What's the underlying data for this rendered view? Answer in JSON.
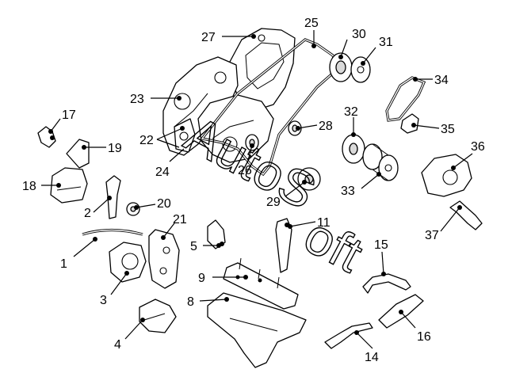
{
  "diagram": {
    "callouts": [
      "1",
      "2",
      "3",
      "4",
      "5",
      "8",
      "9",
      "11",
      "14",
      "15",
      "16",
      "17",
      "18",
      "19",
      "20",
      "21",
      "22",
      "23",
      "24",
      "25",
      "26",
      "27",
      "28",
      "29",
      "30",
      "31",
      "32",
      "33",
      "34",
      "35",
      "36",
      "37"
    ],
    "watermark": {
      "part_a": "AutoS",
      "part_b": "oft"
    }
  }
}
